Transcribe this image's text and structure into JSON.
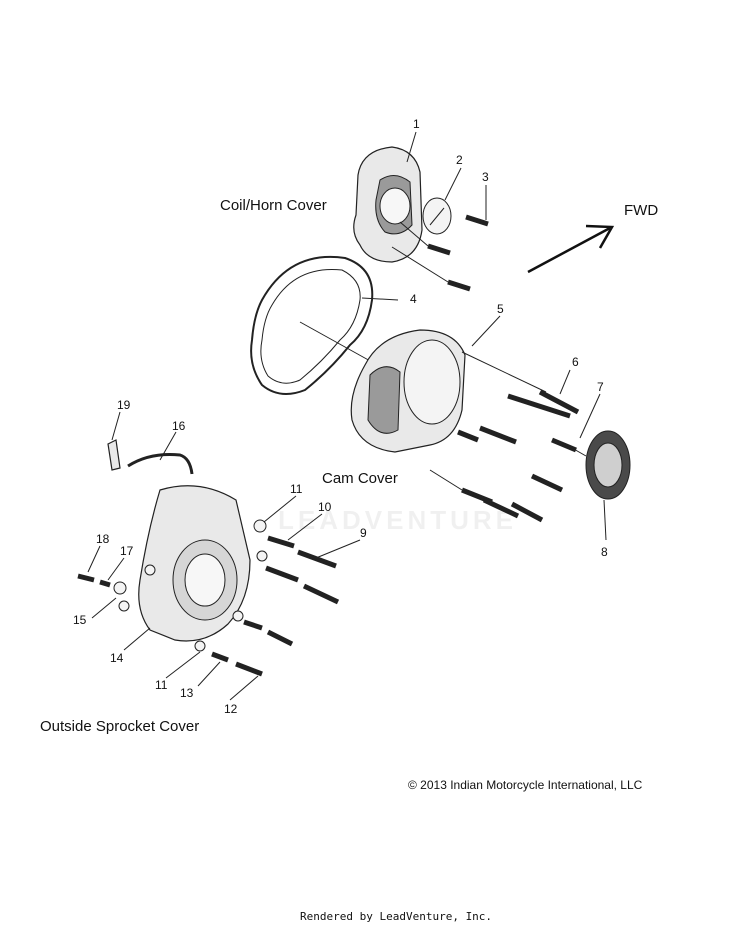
{
  "labels": {
    "coil_horn_cover": "Coil/Horn Cover",
    "fwd": "FWD",
    "cam_cover": "Cam Cover",
    "outside_sprocket_cover": "Outside Sprocket Cover"
  },
  "watermark": "LEADVENTURE",
  "copyright": "© 2013 Indian Motorcycle International, LLC",
  "footer": "Rendered by LeadVenture, Inc.",
  "callouts": [
    "1",
    "2",
    "3",
    "4",
    "5",
    "6",
    "7",
    "8",
    "9",
    "10",
    "11",
    "11",
    "12",
    "13",
    "14",
    "15",
    "16",
    "17",
    "18",
    "19"
  ]
}
